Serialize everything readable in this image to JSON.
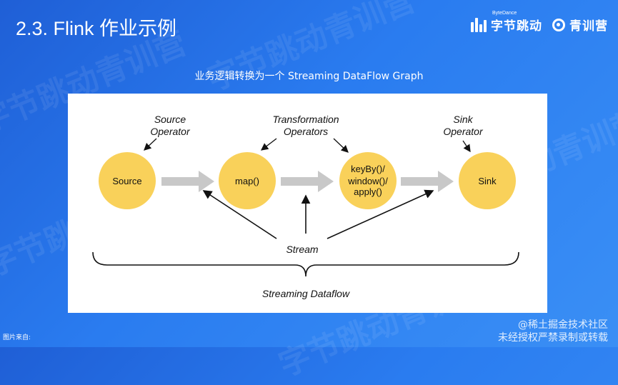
{
  "slide": {
    "title": "2.3. Flink 作业示例",
    "subtitle": "业务逻辑转换为一个 Streaming DataFlow Graph"
  },
  "brand": {
    "bytedance_small": "ByteDance",
    "bytedance_name": "字节跳动",
    "qingxunying_name": "青训营",
    "watermark_text": "字节跳动青训营"
  },
  "diagram": {
    "nodes": [
      "Source",
      "map()",
      "keyBy()/",
      "window()/",
      "apply()",
      "Sink"
    ],
    "labels": {
      "source_op_1": "Source",
      "source_op_2": "Operator",
      "transform_op_1": "Transformation",
      "transform_op_2": "Operators",
      "sink_op_1": "Sink",
      "sink_op_2": "Operator",
      "stream": "Stream",
      "dataflow": "Streaming Dataflow"
    },
    "node_color": "#f9d15a",
    "arrow_color": "#c8c8c8"
  },
  "footer": {
    "source_caption": "图片来自:",
    "juejin_line1": "@稀土掘金技术社区",
    "juejin_line2": "未经授权严禁录制或转载"
  }
}
